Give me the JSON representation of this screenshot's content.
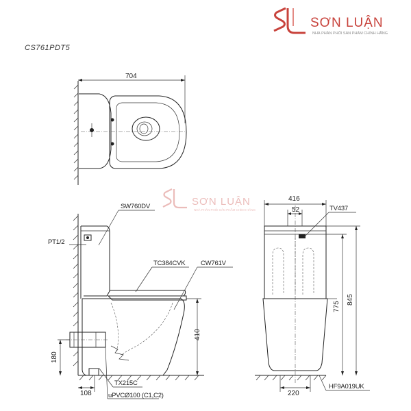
{
  "brand": {
    "name": "SƠN LUẬN",
    "tagline": "NHÀ PHÂN PHỐI SẢN PHẨM CHÍNH HÃNG",
    "color": "#c8433c"
  },
  "model": "CS761PDT5",
  "dimensions": {
    "top_width": "704",
    "tank_width": "416",
    "outlet_offset": "52",
    "tank_height": "775",
    "total_height": "845",
    "seat_height": "410",
    "outlet_height": "180",
    "inlet_offset": "108",
    "base_width": "220"
  },
  "part_labels": {
    "lid": "SW760DV",
    "inlet": "PT1/2",
    "seat": "TC384CVK",
    "bowl": "CW761V",
    "connector": "TX215C",
    "pipe": "uPVCØ100 (C1,C2)",
    "flush_valve": "TV437",
    "fitting": "HF9A019UK"
  }
}
